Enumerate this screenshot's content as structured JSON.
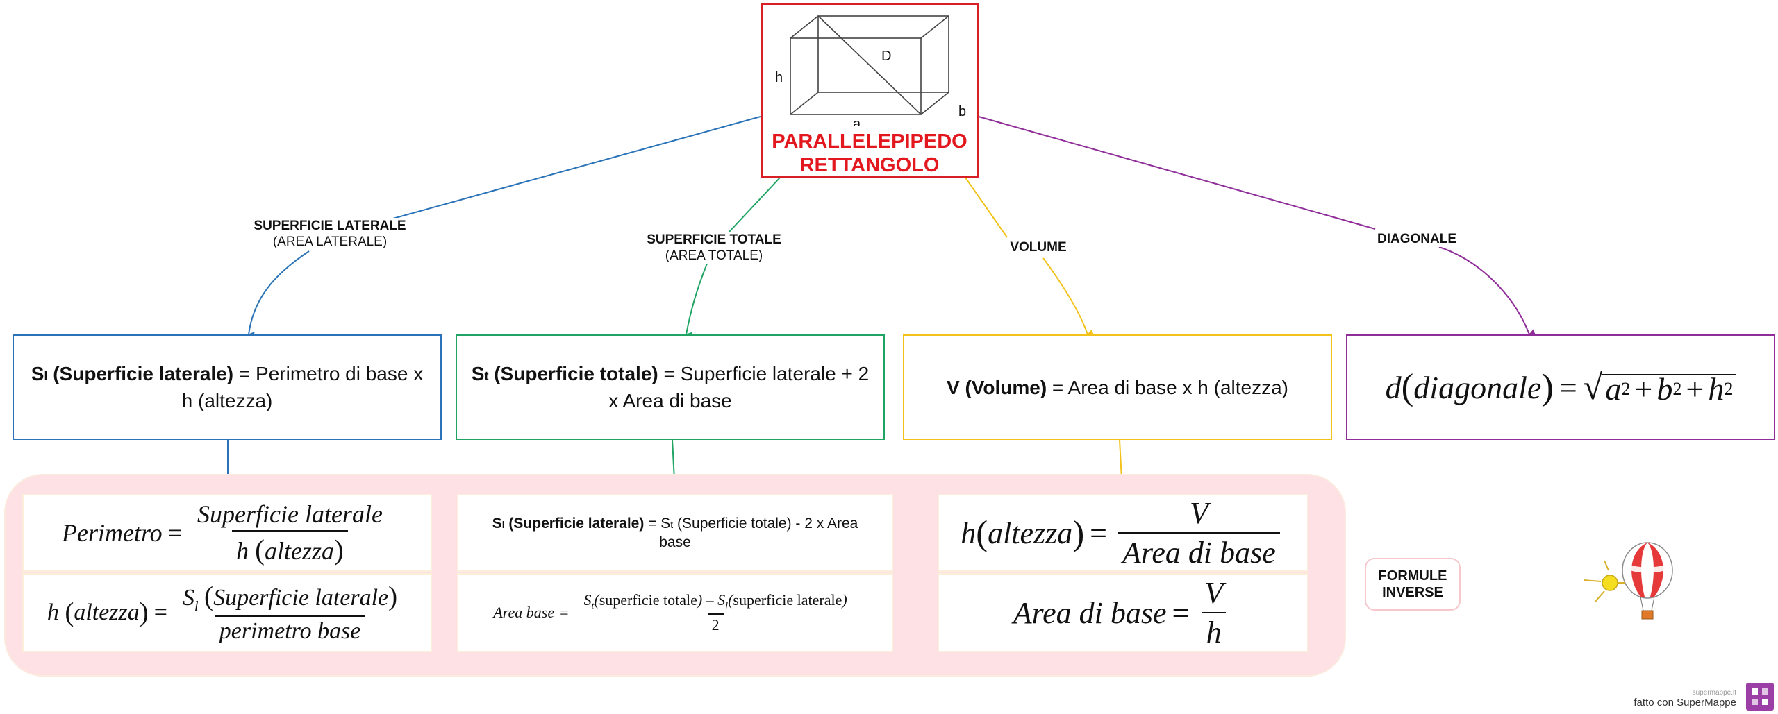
{
  "colors": {
    "root": "#d81f26",
    "lateral": "#2a73b8",
    "total": "#1fa463",
    "volume": "#f2c21b",
    "diagonal": "#8f2d99",
    "inverse_bg": "#fde1e4"
  },
  "root": {
    "title_line1": "PARALLELEPIPEDO",
    "title_line2": "RETTANGOLO",
    "figure_labels": {
      "h": "h",
      "a": "a",
      "b": "b",
      "d": "D"
    }
  },
  "edges": {
    "lateral": {
      "main": "SUPERFICIE  LATERALE",
      "sub": "(AREA LATERALE)"
    },
    "total": {
      "main": "SUPERFICIE TOTALE",
      "sub": "(AREA TOTALE)"
    },
    "volume": {
      "main": "VOLUME"
    },
    "diagonal": {
      "main": "DIAGONALE"
    }
  },
  "nodes": {
    "lateral": {
      "term": "S",
      "sub": "l",
      "bold": "(Superficie  laterale)",
      "rest": " = Perimetro di base x h (altezza)"
    },
    "total": {
      "term": "S",
      "sub": "t",
      "bold": "(Superficie  totale)",
      "rest": " = Superficie laterale + 2 x Area di base"
    },
    "volume": {
      "term": "V",
      "bold": " (Volume)",
      "rest": " = Area di base x h (altezza)"
    },
    "diagonal": {
      "lhs": "d",
      "lhs_paren": "diagonale",
      "eq": "=",
      "a": "a",
      "b": "b",
      "h": "h",
      "exp": "2",
      "plus": "+"
    }
  },
  "inverse": {
    "label_line1": "FORMULE",
    "label_line2": "INVERSE",
    "perimetro": {
      "lhs": "Perimetro",
      "num": "Superficie laterale",
      "den_var": "h",
      "den_paren": "altezza"
    },
    "altezza_lat": {
      "lhs_var": "h",
      "lhs_paren": "altezza",
      "num_var": "S",
      "num_sub": "l",
      "num_paren": "Superficie laterale",
      "den": "perimetro base"
    },
    "sl_from_st": {
      "lhs": "S",
      "lhs_sub": "l",
      "lhs_bold": " (Superficie  laterale)",
      "rest1": " = S",
      "rest_sub": "t",
      "rest2": " (Superficie  totale) - 2 x Area base"
    },
    "area_base_total": {
      "lhs": "Area base",
      "s1": "S",
      "s1_sub": "t",
      "s1_paren": "superficie totale",
      "minus": "–",
      "s2": "S",
      "s2_sub": "l",
      "s2_paren": "superficie laterale",
      "den": "2"
    },
    "altezza_vol": {
      "lhs_var": "h",
      "lhs_paren": "altezza",
      "num": "V",
      "den": "Area di base"
    },
    "area_base_vol": {
      "lhs": "Area di base",
      "num": "V",
      "den": "h"
    }
  },
  "credit": {
    "site": "supermappe.it",
    "text": "fatto con SuperMappe"
  }
}
